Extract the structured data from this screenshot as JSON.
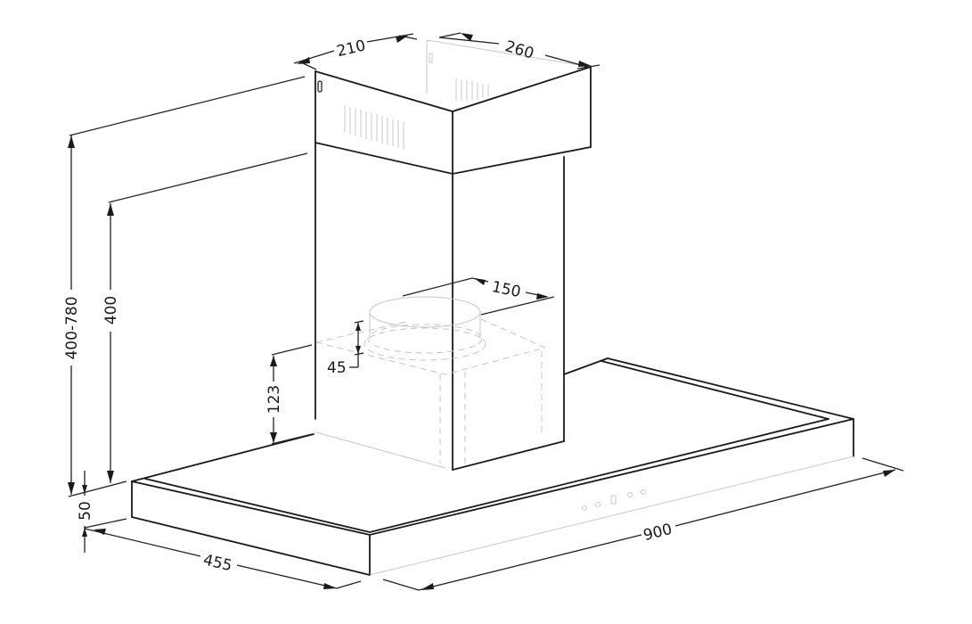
{
  "diagram": {
    "subject": "Chimney range hood dimension drawing",
    "units": "mm",
    "line_color": "#1a1a1a",
    "hidden_line_color": "#c4c4c4",
    "dimensions": {
      "chimney_width": "210",
      "chimney_depth": "260",
      "chimney_height_range": "400-780",
      "chimney_lower_section": "400",
      "outlet_diameter": "150",
      "outlet_collar_height": "45",
      "motor_housing_height": "123",
      "canopy_thickness": "50",
      "canopy_depth": "455",
      "canopy_width": "900"
    },
    "control_panel": {
      "buttons": [
        "round-button",
        "round-button",
        "square-button",
        "round-button",
        "round-button"
      ]
    }
  }
}
